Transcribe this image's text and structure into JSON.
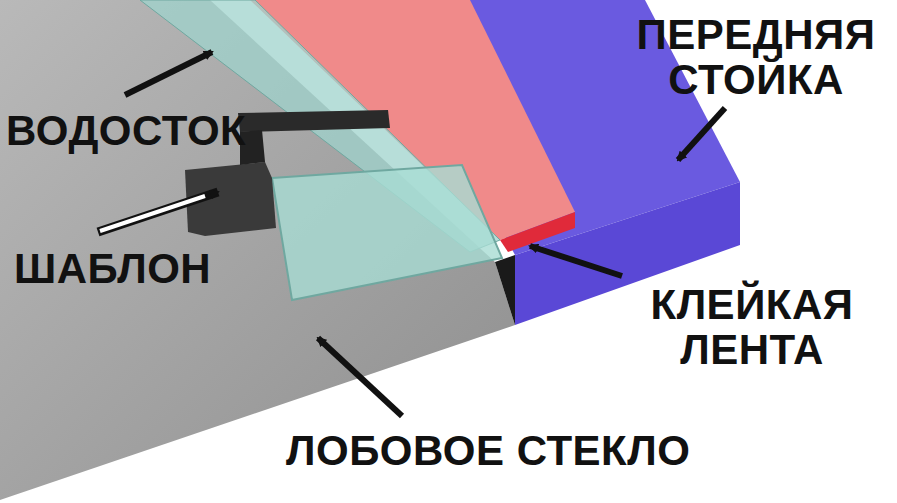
{
  "diagram": {
    "labels": [
      "ВОДОСТОК",
      "ШАБЛОН",
      "ПЕРЕДНЯЯ СТОЙКА",
      "КЛЕЙКАЯ ЛЕНТА",
      "ЛОБОВОЕ СТЕКЛО"
    ]
  }
}
